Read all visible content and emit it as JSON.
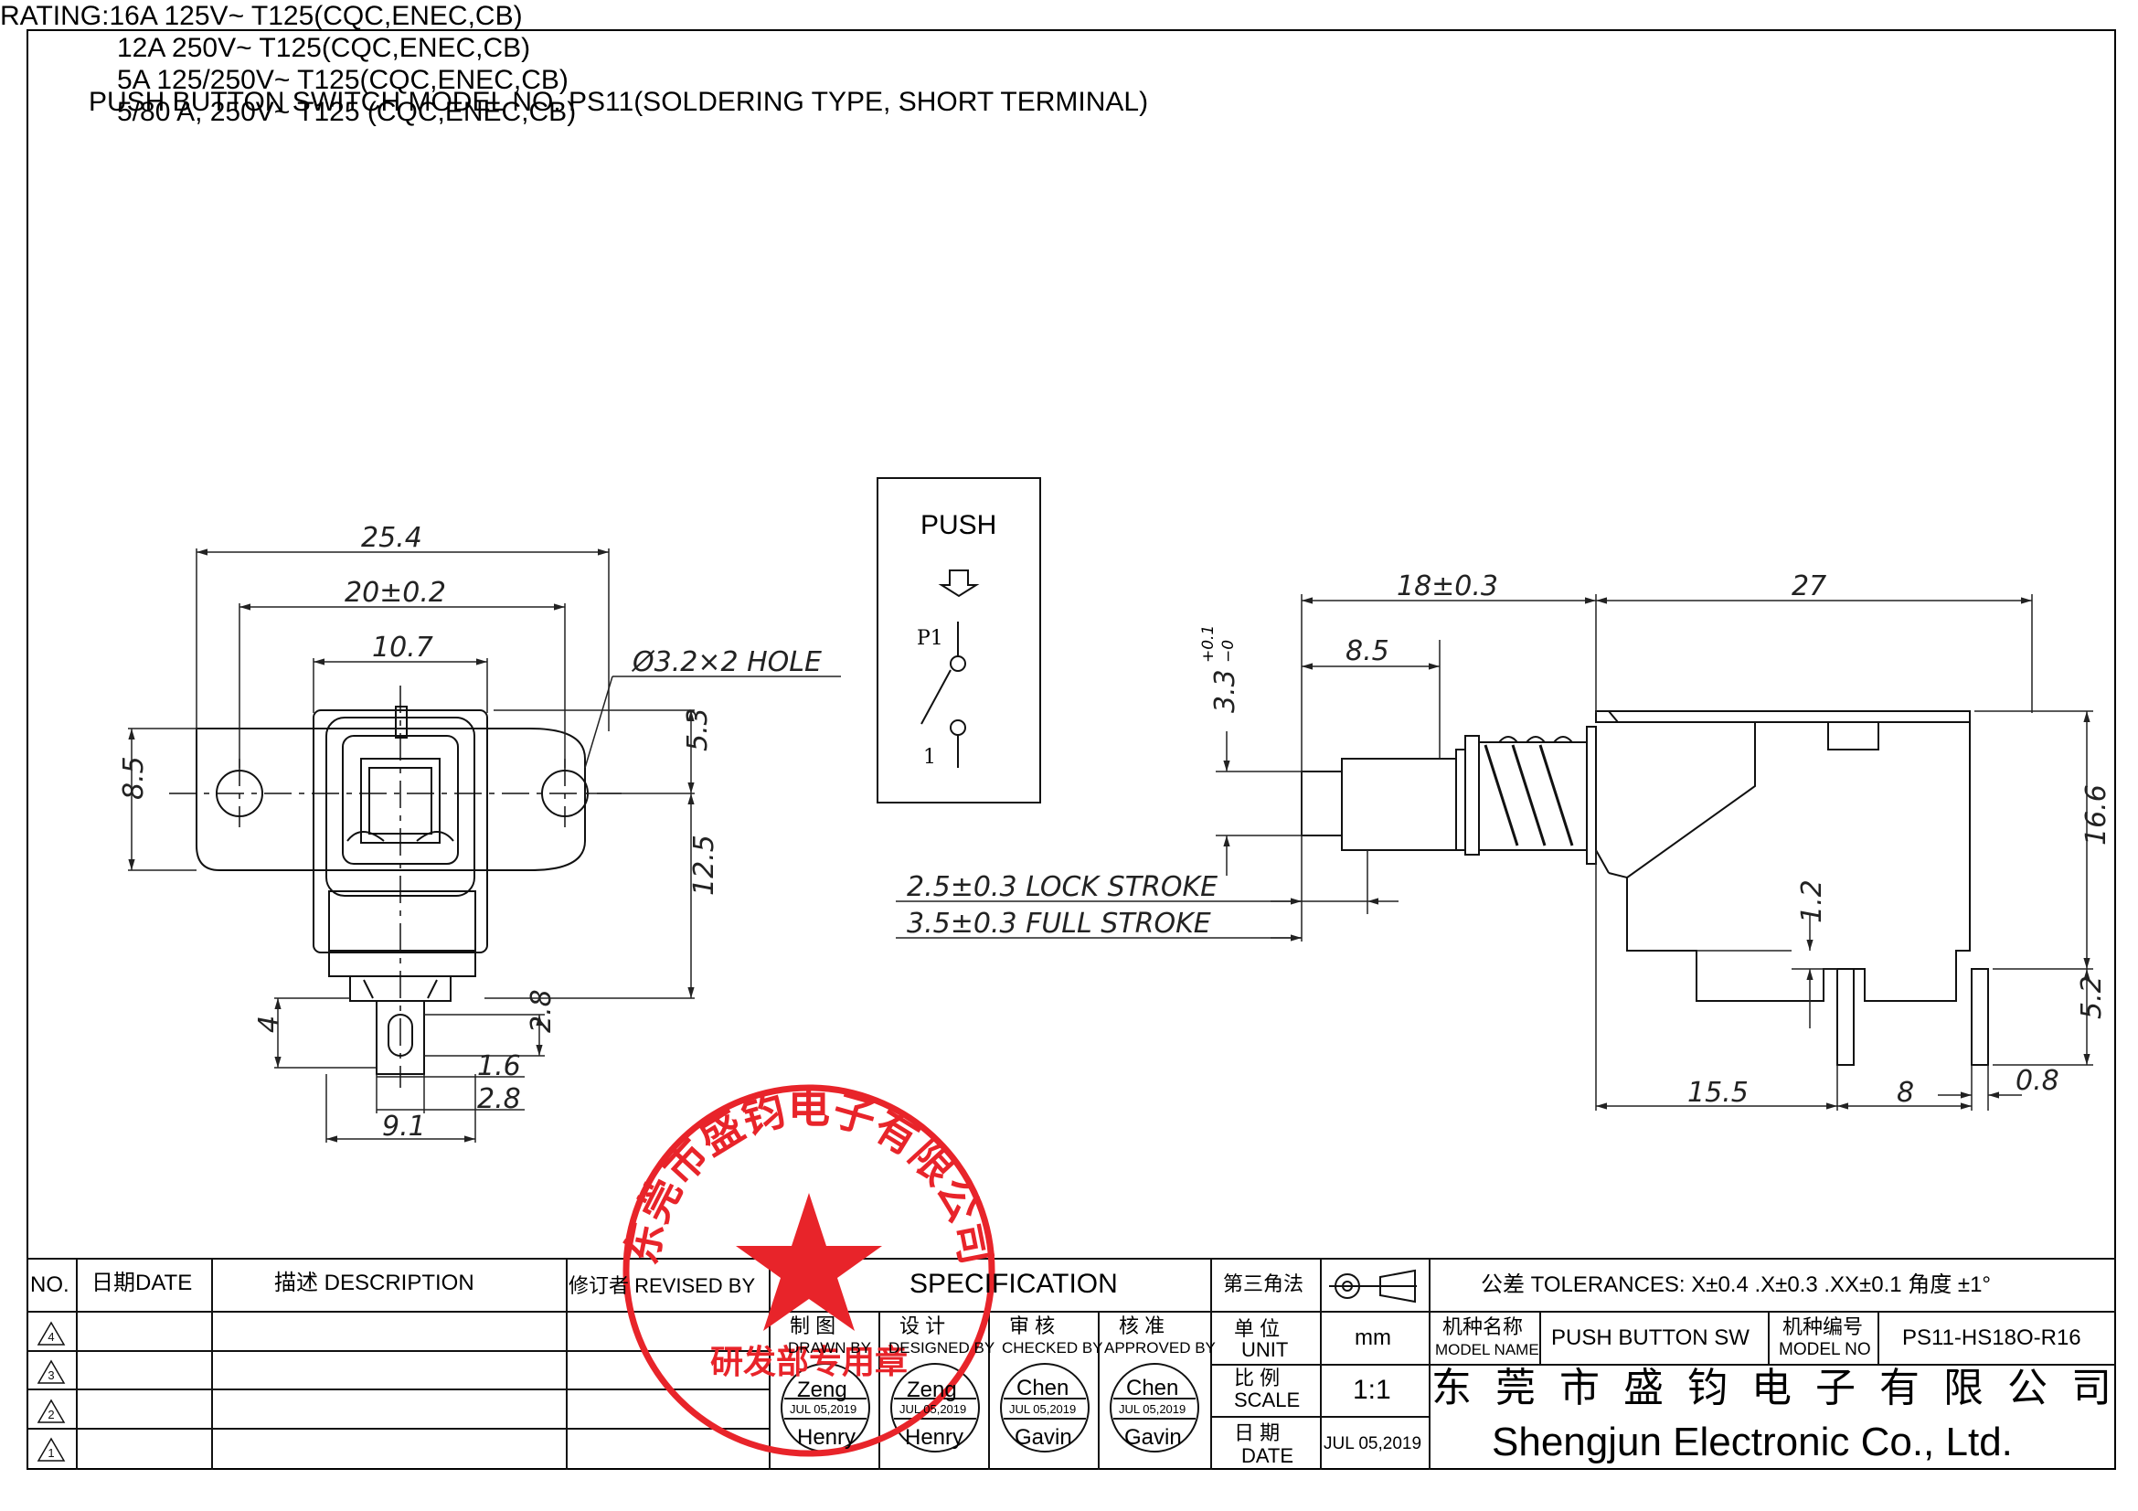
{
  "header": {
    "title": "PUSH BUTTON SWITCH MODEL NO. PS11(SOLDERING TYPE, SHORT TERMINAL)",
    "rating": [
      "RATING:16A 125V~ T125(CQC,ENEC,CB)",
      "12A 250V~ T125(CQC,ENEC,CB)",
      "5A 125/250V~ T125(CQC,ENEC,CB)",
      "5/80 A, 250V~ T125 (CQC,ENEC,CB)"
    ]
  },
  "front_view": {
    "dims": {
      "d25_4": "25.4",
      "d20": "20±0.2",
      "d10_7": "10.7",
      "hole": "Ø3.2×2 HOLE",
      "d8_5": "8.5",
      "d5_3": "5.3",
      "d12_5": "12.5",
      "d4": "4",
      "d2_8a": "2.8",
      "d1_6": "1.6",
      "d2_8b": "2.8",
      "d9_1": "9.1"
    }
  },
  "schematic": {
    "push": "PUSH",
    "p1": "P1",
    "one": "1"
  },
  "side_view": {
    "dims": {
      "d18": "18±0.3",
      "d27": "27",
      "d8_5": "8.5",
      "d3_3": "3.3",
      "d3_3_tol_plus": "+0.1",
      "d3_3_tol_minus": "−0",
      "lock": "2.5±0.3 LOCK STROKE",
      "full": "3.5±0.3 FULL STROKE",
      "d16_6": "16.6",
      "d1_2": "1.2",
      "d5_2": "5.2",
      "d15_5": "15.5",
      "d8": "8",
      "d0_8": "0.8"
    }
  },
  "title_block": {
    "no": "NO.",
    "date": "日期DATE",
    "description": "描述 DESCRIPTION",
    "revised_by": "修订者 REVISED BY",
    "specification": "SPECIFICATION",
    "projection": "第三角法",
    "tolerances": "公差 TOLERANCES: X±0.4  .X±0.3 .XX±0.1 角度 ±1°",
    "roles": [
      {
        "cn": "制 图",
        "en": "DRAWN BY",
        "top": "Zeng",
        "date": "JUL 05,2019",
        "bottom": "Henry"
      },
      {
        "cn": "设 计",
        "en": "DESIGNED BY",
        "top": "Zeng",
        "date": "JUL 05,2019",
        "bottom": "Henry"
      },
      {
        "cn": "审 核",
        "en": "CHECKED BY",
        "top": "Chen",
        "date": "JUL 05,2019",
        "bottom": "Gavin"
      },
      {
        "cn": "核 准",
        "en": "APPROVED BY",
        "top": "Chen",
        "date": "JUL 05,2019",
        "bottom": "Gavin"
      }
    ],
    "unit_cn": "单 位",
    "unit_en": "UNIT",
    "unit_value": "mm",
    "scale_cn": "比 例",
    "scale_en": "SCALE",
    "scale_value": "1:1",
    "date_cn": "日 期",
    "date_en": "DATE",
    "date_value": "JUL 05,2019",
    "model_name_cn": "机种名称",
    "model_name_en": "MODEL NAME",
    "model_name_value": "PUSH BUTTON SW",
    "model_no_cn": "机种编号",
    "model_no_en": "MODEL NO",
    "model_no_value": "PS11-HS18O-R16",
    "company_cn": "东莞市盛钧电子有限公司",
    "company_en": "Shengjun Electronic  Co., Ltd.",
    "rev_symbols": [
      "4",
      "3",
      "2",
      "1"
    ]
  },
  "stamp": {
    "ring": "东莞市盛钧电子有限公司",
    "bottom": "研发部专用章",
    "color": "#e8242a"
  }
}
